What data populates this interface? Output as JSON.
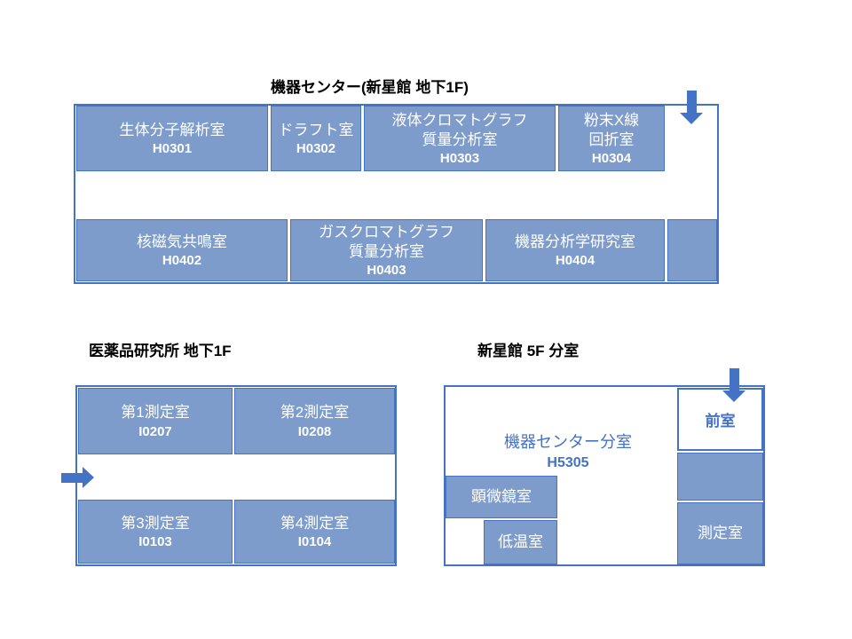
{
  "colors": {
    "room_fill": "#7E9CCB",
    "room_border": "#4472C4",
    "arrow_accent": "#4472C4"
  },
  "sections": {
    "kiki_center": {
      "title": "機器センター(新星館 地下1F)",
      "top_rooms": [
        {
          "name": "生体分子解析室",
          "code": "H0301"
        },
        {
          "name": "ドラフト室",
          "code": "H0302"
        },
        {
          "name": "液体クロマトグラフ\n質量分析室",
          "code": "H0303"
        },
        {
          "name": "粉末X線\n回折室",
          "code": "H0304"
        }
      ],
      "bottom_rooms": [
        {
          "name": "核磁気共鳴室",
          "code": "H0402"
        },
        {
          "name": "ガスクロマトグラフ\n質量分析室",
          "code": "H0403"
        },
        {
          "name": "機器分析学研究室",
          "code": "H0404"
        }
      ]
    },
    "iyakuhin": {
      "title": "医薬品研究所 地下1F",
      "top_rooms": [
        {
          "name": "第1測定室",
          "code": "I0207"
        },
        {
          "name": "第2測定室",
          "code": "I0208"
        }
      ],
      "bottom_rooms": [
        {
          "name": "第3測定室",
          "code": "I0103"
        },
        {
          "name": "第4測定室",
          "code": "I0104"
        }
      ]
    },
    "shinseikan_5f": {
      "title": "新星館 5F 分室",
      "main_room": {
        "name": "機器センター分室",
        "code": "H5305"
      },
      "anteroom": "前室",
      "measuring_room": "測定室",
      "microscope_room": "顕微鏡室",
      "cold_room": "低温室"
    }
  }
}
